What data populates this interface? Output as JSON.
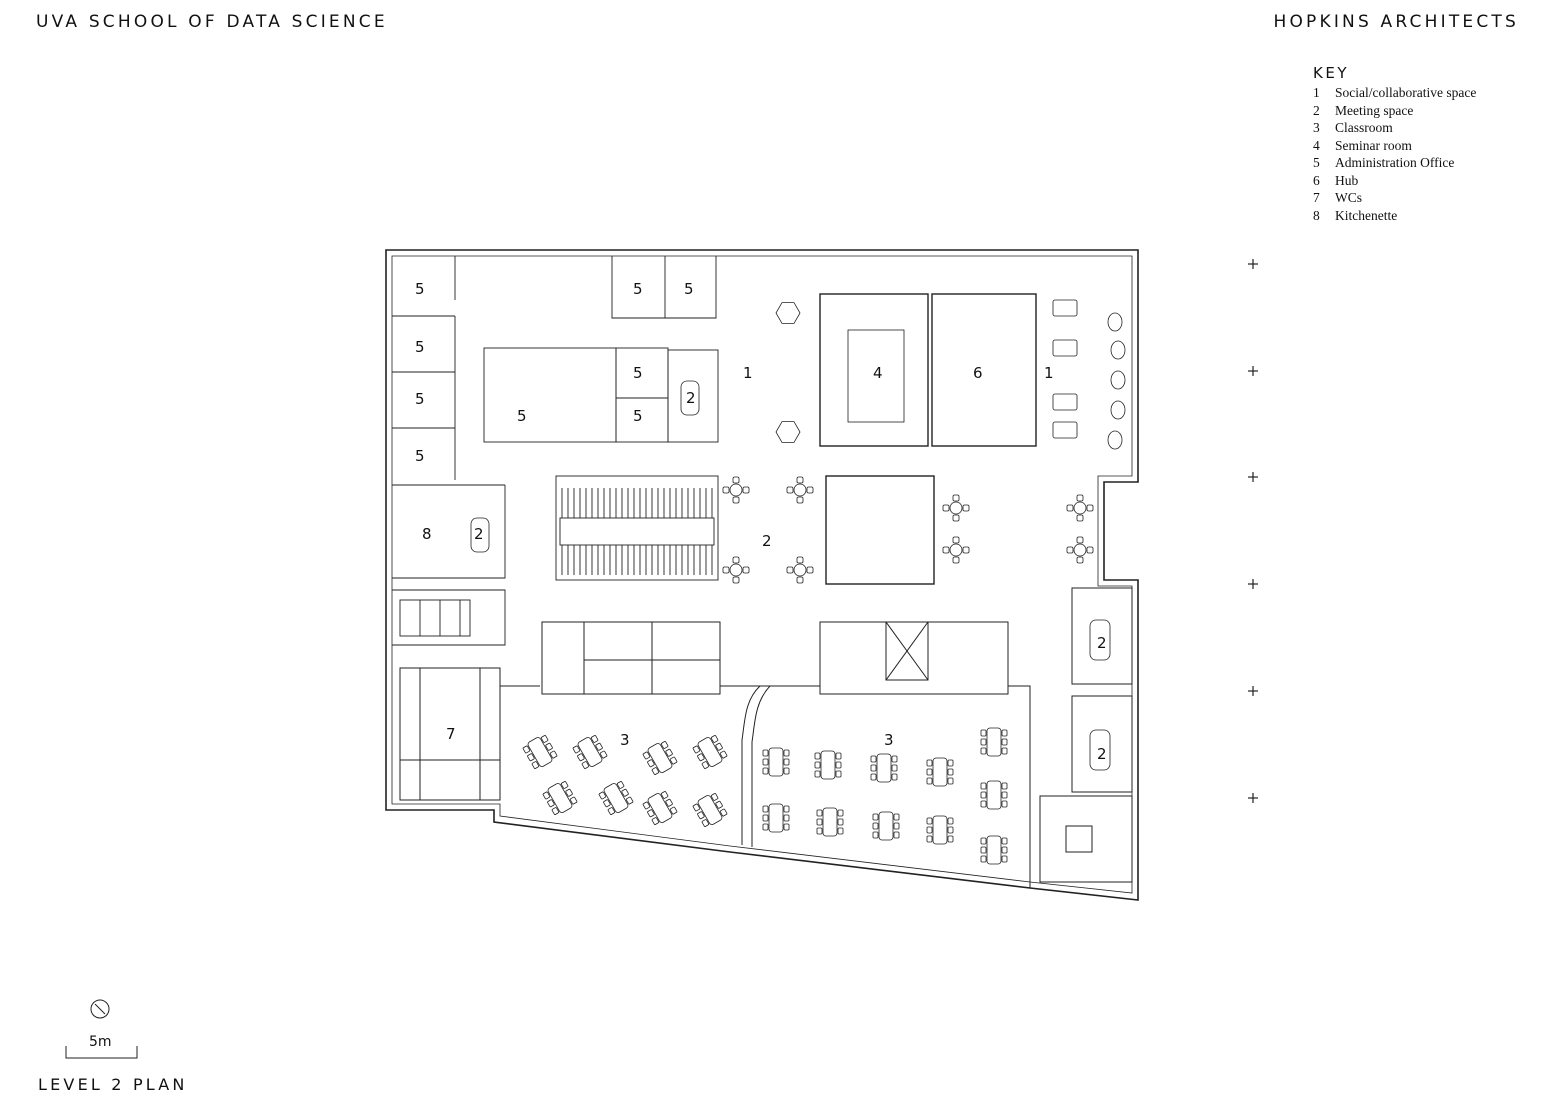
{
  "header": {
    "project": "UVA SCHOOL OF DATA SCIENCE",
    "architect": "HOPKINS ARCHITECTS"
  },
  "key": {
    "title": "KEY",
    "items": [
      {
        "num": "1",
        "label": "Social/collaborative space"
      },
      {
        "num": "2",
        "label": "Meeting space"
      },
      {
        "num": "3",
        "label": "Classroom"
      },
      {
        "num": "4",
        "label": "Seminar room"
      },
      {
        "num": "5",
        "label": "Administration Office"
      },
      {
        "num": "6",
        "label": "Hub"
      },
      {
        "num": "7",
        "label": "WCs"
      },
      {
        "num": "8",
        "label": "Kitchenette"
      }
    ]
  },
  "rooms": {
    "admin_a": "5",
    "admin_b": "5",
    "admin_c": "5",
    "admin_d": "5",
    "admin_e": "5",
    "admin_f": "5",
    "admin_g": "5",
    "admin_h": "5",
    "admin_i": "5",
    "social_west": "1",
    "social_east": "1",
    "meeting_a": "2",
    "meeting_central": "2",
    "meeting_b": "2",
    "meeting_c": "2",
    "meeting_d": "2",
    "seminar": "4",
    "hub": "6",
    "kitchenette": "8",
    "wcs": "7",
    "classroom_west": "3",
    "classroom_east": "3"
  },
  "scale": {
    "label": "5m"
  },
  "title": "LEVEL 2 PLAN"
}
